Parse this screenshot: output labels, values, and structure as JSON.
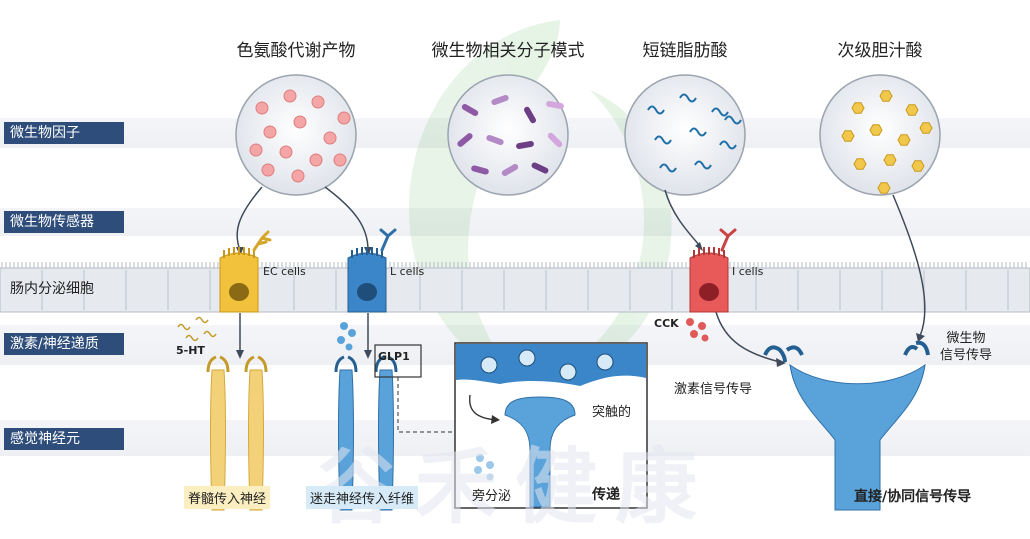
{
  "columns": {
    "trp": "色氨酸代谢产物",
    "mamp": "微生物相关分子模式",
    "scfa": "短链脂肪酸",
    "bile": "次级胆汁酸"
  },
  "row_labels": {
    "factors": "微生物因子",
    "sensors": "微生物传感器",
    "eec": "肠内分泌细胞",
    "hormones": "激素/神经递质",
    "neurons": "感觉神经元"
  },
  "cells": {
    "ec": "EC cells",
    "l": "L cells",
    "i": "I cells"
  },
  "labels": {
    "serotonin": "5-HT",
    "glp1": "GLP1",
    "cck": "CCK",
    "synapse": "突触的",
    "paracrine": "旁分泌",
    "transmission": "传递",
    "hormone_signal": "激素信号传导",
    "microbe_signal": "微生物\n信号传导",
    "direct": "直接/协同信号传导",
    "spinal": "脊髓传入神经",
    "vagal": "迷走神经传入纤维"
  },
  "watermark": "谷禾健康",
  "colors": {
    "label_bg": "#2e4d7a",
    "ec_cell": "#f2c23c",
    "l_cell": "#3a86c8",
    "i_cell": "#e85a5a",
    "neuron_yellow": "#f3d178",
    "neuron_blue": "#5aa3da",
    "epithelium": "#e6e9ee"
  }
}
